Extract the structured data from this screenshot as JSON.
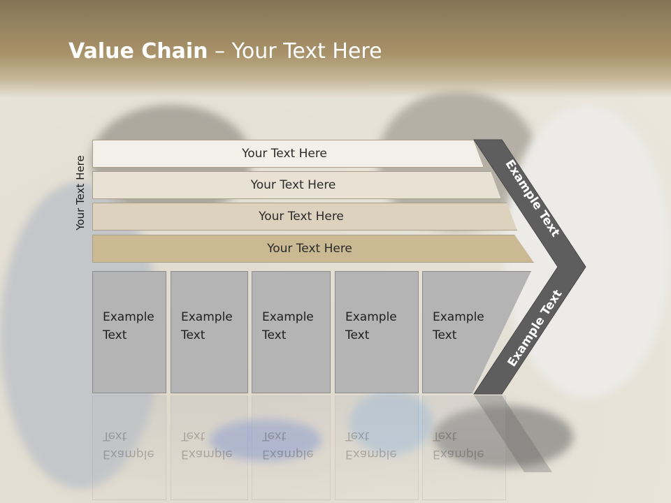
{
  "slide": {
    "title_bold": "Value Chain",
    "title_rest": " – Your Text Here",
    "side_label": "Your Text Here",
    "rows": [
      {
        "label": "Your Text Here",
        "color": "#f3efe9"
      },
      {
        "label": "Your Text Here",
        "color": "#e9e1d4"
      },
      {
        "label": "Your Text Here",
        "color": "#ddd2bd"
      },
      {
        "label": "Your Text Here",
        "color": "#cbb993"
      }
    ],
    "boxes": [
      {
        "line1": "Example",
        "line2": "Text"
      },
      {
        "line1": "Example",
        "line2": "Text"
      },
      {
        "line1": "Example",
        "line2": "Text"
      },
      {
        "line1": "Example",
        "line2": "Text"
      },
      {
        "line1": "Example",
        "line2": "Text"
      }
    ],
    "chevron_upper_text": "Example Text",
    "chevron_lower_text": "Example Text",
    "colors": {
      "chevron": "#5e5e5e",
      "box": "#b4b4b4",
      "header": "#9c8660"
    }
  }
}
